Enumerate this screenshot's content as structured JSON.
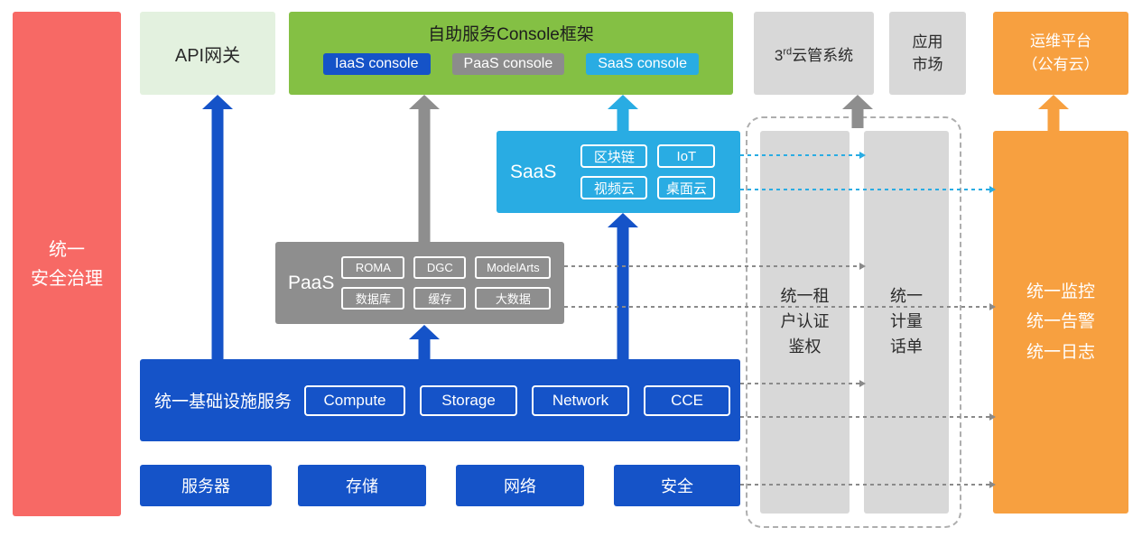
{
  "colors": {
    "red": "#F76965",
    "light_green": "#E3F1DF",
    "green": "#84C044",
    "blue": "#1553C8",
    "gray": "#8E8E8E",
    "light_gray": "#D8D8D8",
    "cyan": "#29ACE3",
    "orange": "#F7A040"
  },
  "security_bar": {
    "label": "统一\n安全治理"
  },
  "api_gateway": {
    "label": "API网关"
  },
  "console_framework": {
    "title": "自助服务Console框架",
    "badges": [
      "IaaS console",
      "PaaS console",
      "SaaS console"
    ]
  },
  "third_party_cloud": {
    "prefix": "3",
    "sup": "rd",
    "suffix": "云管系统"
  },
  "app_market": {
    "label": "应用\n市场"
  },
  "ops_platform": {
    "label": "运维平台\n（公有云）"
  },
  "saas": {
    "label": "SaaS",
    "badges": [
      "区块链",
      "IoT",
      "视频云",
      "桌面云"
    ]
  },
  "paas": {
    "label": "PaaS",
    "badges": [
      "ROMA",
      "DGC",
      "ModelArts",
      "数据库",
      "缓存",
      "大数据"
    ]
  },
  "iaas": {
    "label": "统一基础设施服务",
    "badges": [
      "Compute",
      "Storage",
      "Network",
      "CCE"
    ]
  },
  "infrastructure": {
    "items": [
      "服务器",
      "存储",
      "网络",
      "安全"
    ]
  },
  "auth_bar": {
    "label": "统一租\n户认证\n鉴权"
  },
  "metering_bar": {
    "label": "统一\n计量\n话单"
  },
  "monitoring_bar": {
    "label": "统一监控\n统一告警\n统一日志"
  }
}
